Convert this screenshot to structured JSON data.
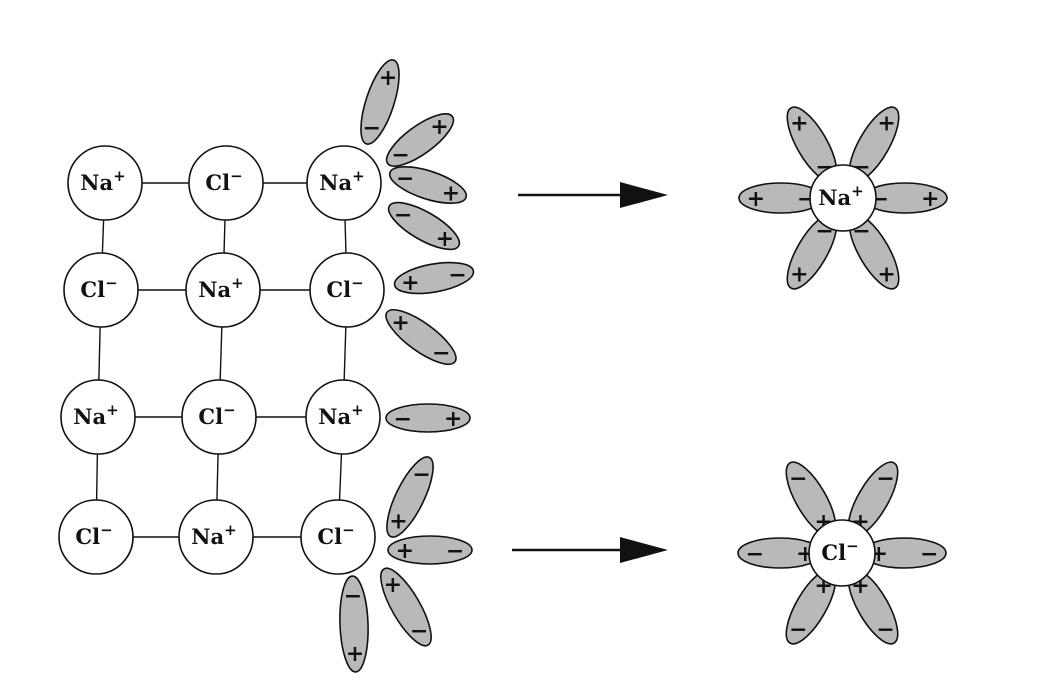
{
  "ions": {
    "na": {
      "symbol": "Na",
      "charge": "+"
    },
    "cl": {
      "symbol": "Cl",
      "charge": "−"
    }
  },
  "signs": {
    "plus": "+",
    "minus": "−"
  },
  "lattice": [
    [
      "na",
      "cl",
      "na"
    ],
    [
      "cl",
      "na",
      "cl"
    ],
    [
      "na",
      "cl",
      "na"
    ],
    [
      "cl",
      "na",
      "cl"
    ]
  ],
  "hydrated": [
    {
      "ion": "na",
      "dipoles": 6
    },
    {
      "ion": "cl",
      "dipoles": 6
    }
  ],
  "colors": {
    "line": "#111111",
    "dipole_fill": "#b9b9b9",
    "ion_fill": "#ffffff"
  }
}
